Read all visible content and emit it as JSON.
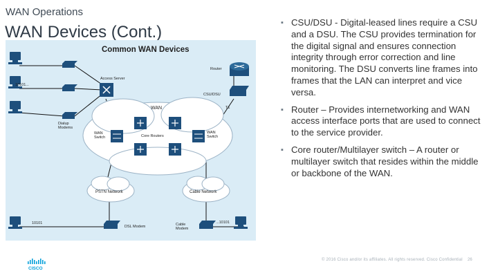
{
  "header": {
    "section": "WAN Operations",
    "title": "WAN Devices (Cont.)"
  },
  "diagram": {
    "title": "Common WAN Devices",
    "labels": {
      "wan": "WAN",
      "access_server": "Access Server",
      "dialup_modems": "Dialup\nModems",
      "router": "Router",
      "csu_dsu": "CSU/DSU",
      "t1": "T1",
      "wan_switch_left": "WAN\nSwitch",
      "wan_switch_right": "WAN\nSwitch",
      "core_routers": "Core Routers",
      "pstn": "PSTN Network",
      "cable_network": "Cable Network",
      "dsl_modem": "DSL Modem",
      "cable_modem": "Cable\nModem",
      "bits_1": "10101...",
      "bits_2": "10101",
      "bits_3": "...10101"
    },
    "colors": {
      "background": "#daecf6",
      "device": "#1e4f7c",
      "cloud": "#ffffff",
      "line": "#111111"
    }
  },
  "bullets": [
    "CSU/DSU - Digital-leased lines require a CSU and a DSU.  The CSU provides termination for the digital signal and ensures connection integrity through error correction and line monitoring.  The DSU converts line frames into frames that the LAN can interpret and vice versa.",
    "Router – Provides internetworking and WAN access interface ports that are used to connect to the service provider.",
    "Core router/Multilayer switch – A router or multilayer switch that resides within the middle or backbone of the WAN."
  ],
  "footer": {
    "copyright": "© 2016  Cisco and/or its affiliates. All rights reserved.   Cisco Confidential",
    "page": "26",
    "logo_icon": "cisco-logo"
  }
}
